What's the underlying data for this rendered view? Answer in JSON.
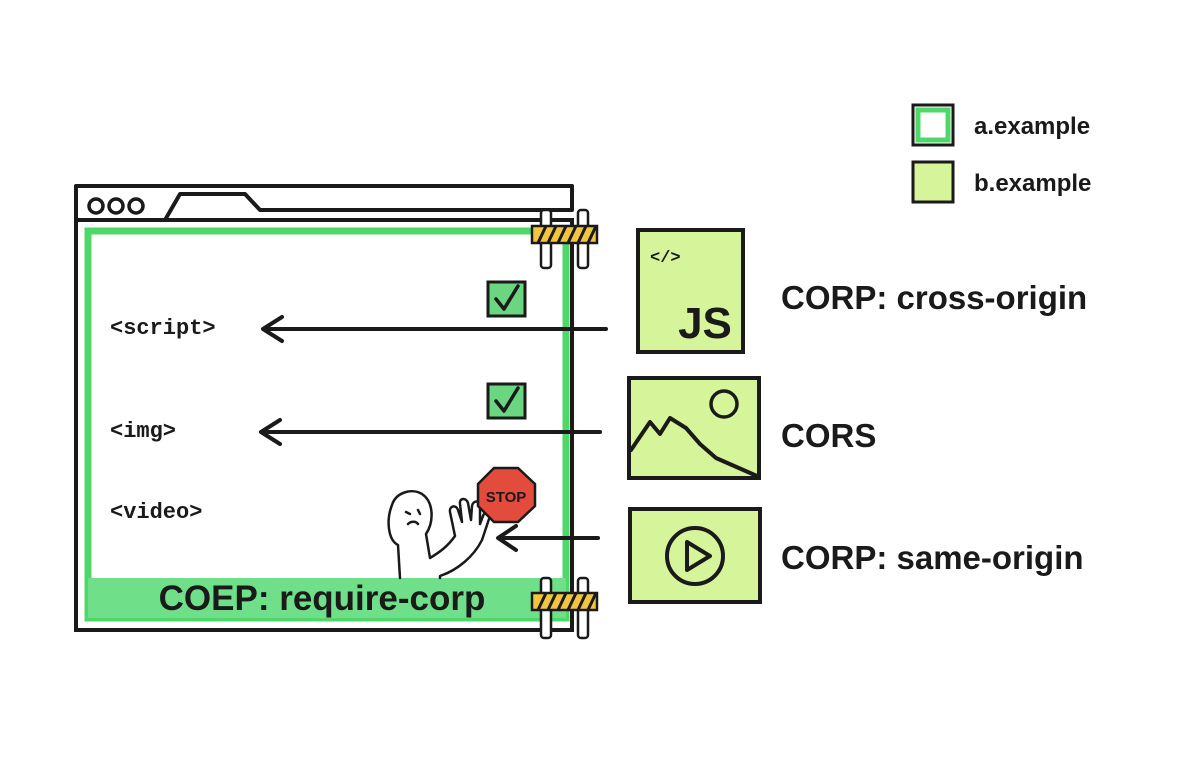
{
  "legend": [
    {
      "label": "a.example",
      "fill": "#ffffff",
      "border": "#4fd86a"
    },
    {
      "label": "b.example",
      "fill": "#d6f59a",
      "border": "#1a1a1a"
    }
  ],
  "browser": {
    "elements": [
      {
        "tag": "<script>",
        "allowed": true
      },
      {
        "tag": "<img>",
        "allowed": true
      },
      {
        "tag": "<video>",
        "allowed": false
      }
    ],
    "policy_banner": "COEP: require-corp",
    "stop_sign": "STOP"
  },
  "resources": [
    {
      "icon": "js-file-icon",
      "icon_text_top": "</>",
      "icon_text_main": "JS",
      "header": "CORP: cross-origin"
    },
    {
      "icon": "image-icon",
      "header": "CORS"
    },
    {
      "icon": "video-play-icon",
      "header": "CORP: same-origin"
    }
  ],
  "colors": {
    "green_border": "#4fd86a",
    "light_green": "#d6f59a",
    "check_fill": "#6ad680",
    "stop_red": "#e34b3c",
    "stroke": "#1a1a1a"
  }
}
